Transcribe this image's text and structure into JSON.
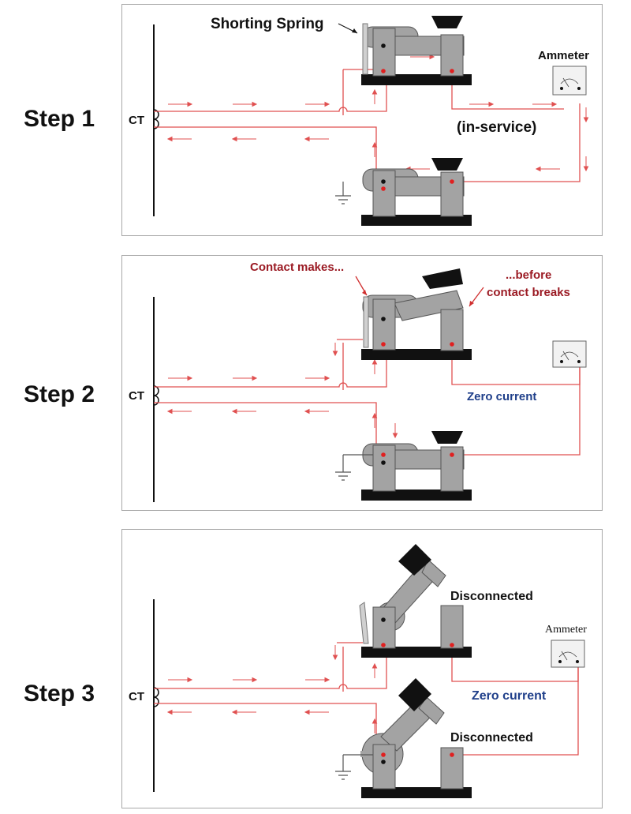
{
  "steps": [
    {
      "label": "Step 1",
      "ct_label": "CT",
      "callouts": {
        "shorting_spring": "Shorting Spring",
        "ammeter": "Ammeter",
        "state": "(in-service)"
      }
    },
    {
      "label": "Step 2",
      "ct_label": "CT",
      "callouts": {
        "contact_makes": "Contact makes...",
        "before_breaks_line1": "...before",
        "before_breaks_line2": "contact breaks",
        "current": "Zero current"
      }
    },
    {
      "label": "Step 3",
      "ct_label": "CT",
      "callouts": {
        "ammeter": "Ammeter",
        "current": "Zero current",
        "disconnected_top": "Disconnected",
        "disconnected_bottom": "Disconnected"
      }
    }
  ],
  "colors": {
    "wire": "#e05050",
    "switch_body": "#a3a3a3",
    "base": "#111111",
    "callout_red": "#9b1b24",
    "callout_blue": "#1f3f8a"
  }
}
